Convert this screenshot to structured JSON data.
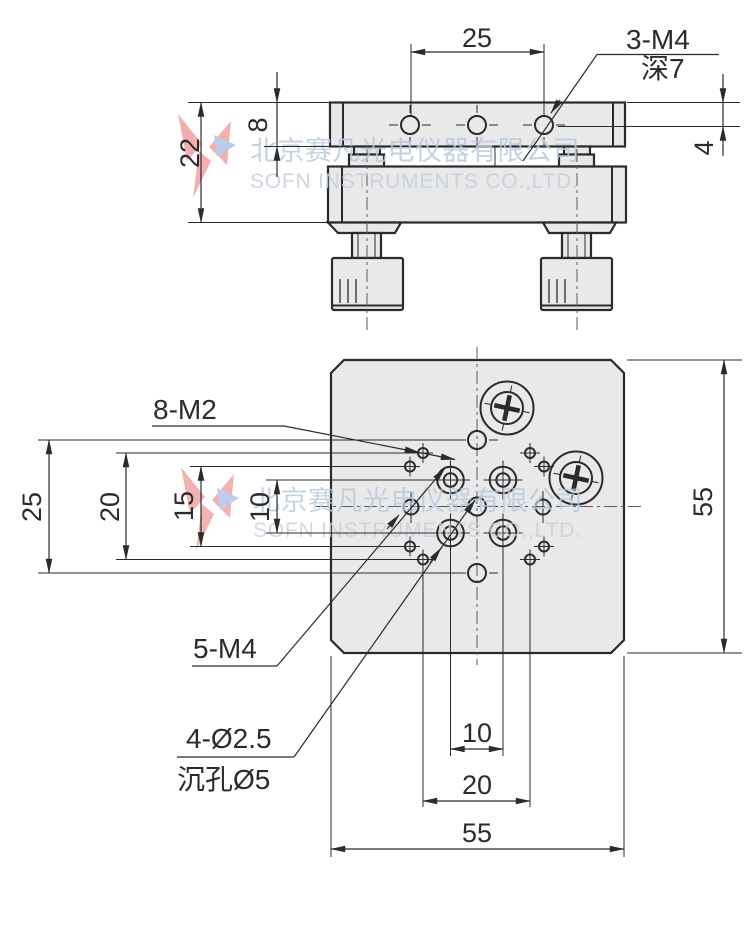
{
  "watermark": {
    "company_cn": "北京赛凡光电仪器有限公司",
    "company_en": "SOFN INSTRUMENTS CO.,LTD."
  },
  "top_view": {
    "dim_hole_spacing": "25",
    "thread_label": "3-M4",
    "thread_depth": "深7",
    "dim_plate_thickness": "8",
    "dim_total_height": "22",
    "dim_step": "4"
  },
  "plate_view": {
    "label_m2_holes": "8-M2",
    "dim_left_25": "25",
    "dim_left_20": "20",
    "dim_left_15": "15",
    "dim_left_10": "10",
    "dim_right_55": "55",
    "label_m4_holes": "5-M4",
    "label_through_holes": "4-Ø2.5",
    "label_counterbore": "沉孔Ø5",
    "dim_bottom_10": "10",
    "dim_bottom_20": "20",
    "dim_bottom_55": "55"
  },
  "colors": {
    "line": "#2b2b2b",
    "fill": "#e9e9ea",
    "watermark_cn": "#b9c9dd",
    "watermark_en": "#c5d0de",
    "logo_red": "#e86060",
    "logo_blue": "#7a98d8"
  }
}
